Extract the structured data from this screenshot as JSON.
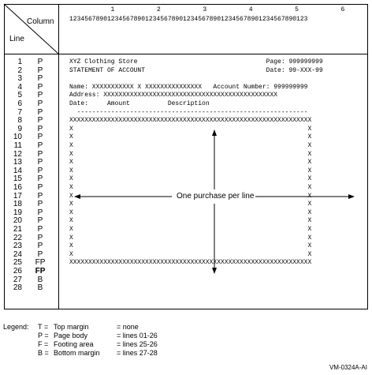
{
  "header": {
    "column_label": "Column",
    "line_label": "Line",
    "ruler_tens": [
      "1",
      "2",
      "3",
      "4",
      "5",
      "6"
    ],
    "ruler_units": "123456789012345678901234567890123456789012345678901234567890123"
  },
  "rows": [
    {
      "line": "1",
      "code": "P",
      "text": "XYZ Clothing Store                                  Page: 999999999",
      "bold_code": false
    },
    {
      "line": "2",
      "code": "P",
      "text": "STATEMENT OF ACCOUNT                                Date: 99-XXX-99",
      "bold_code": false
    },
    {
      "line": "3",
      "code": "P",
      "text": "",
      "bold_code": false
    },
    {
      "line": "4",
      "code": "P",
      "text": "Name: XXXXXXXXXXX X XXXXXXXXXXXXXXX   Account Number: 999999999",
      "bold_code": false
    },
    {
      "line": "5",
      "code": "P",
      "text": "Address: XXXXXXXXXXXXXXXXXXXXXXXXXXXXXXXXXXXXXXXXXXXXXX",
      "bold_code": false
    },
    {
      "line": "6",
      "code": "P",
      "text": "Date:     Amount          Description",
      "bold_code": false
    },
    {
      "line": "7",
      "code": "P",
      "text": "  -------------------------------------------------------------",
      "bold_code": false
    },
    {
      "line": "8",
      "code": "P",
      "text": "XXXXXXXXXXXXXXXXXXXXXXXXXXXXXXXXXXXXXXXXXXXXXXXXXXXXXXXXXXXXXXXX",
      "bold_code": false
    },
    {
      "line": "9",
      "code": "P",
      "text": "X                                                              X",
      "bold_code": false
    },
    {
      "line": "10",
      "code": "P",
      "text": "X                                                              X",
      "bold_code": false
    },
    {
      "line": "11",
      "code": "P",
      "text": "X                                                              X",
      "bold_code": false
    },
    {
      "line": "12",
      "code": "P",
      "text": "X                                                              X",
      "bold_code": false
    },
    {
      "line": "13",
      "code": "P",
      "text": "X                                                              X",
      "bold_code": false
    },
    {
      "line": "14",
      "code": "P",
      "text": "X                                                              X",
      "bold_code": false
    },
    {
      "line": "15",
      "code": "P",
      "text": "X                                                              X",
      "bold_code": false
    },
    {
      "line": "16",
      "code": "P",
      "text": "X                                                              X",
      "bold_code": false
    },
    {
      "line": "17",
      "code": "P",
      "text": "X                                                              X",
      "bold_code": false
    },
    {
      "line": "18",
      "code": "P",
      "text": "X                                                              X",
      "bold_code": false
    },
    {
      "line": "19",
      "code": "P",
      "text": "X                                                              X",
      "bold_code": false
    },
    {
      "line": "20",
      "code": "P",
      "text": "X                                                              X",
      "bold_code": false
    },
    {
      "line": "21",
      "code": "P",
      "text": "X                                                              X",
      "bold_code": false
    },
    {
      "line": "22",
      "code": "P",
      "text": "X                                                              X",
      "bold_code": false
    },
    {
      "line": "23",
      "code": "P",
      "text": "X                                                              X",
      "bold_code": false
    },
    {
      "line": "24",
      "code": "P",
      "text": "X                                                              X",
      "bold_code": false
    },
    {
      "line": "25",
      "code": "FP",
      "text": "XXXXXXXXXXXXXXXXXXXXXXXXXXXXXXXXXXXXXXXXXXXXXXXXXXXXXXXXXXXXXXXX",
      "bold_code": false
    },
    {
      "line": "26",
      "code": "FP",
      "text": "",
      "bold_code": true
    },
    {
      "line": "27",
      "code": "B",
      "text": "",
      "bold_code": false
    },
    {
      "line": "28",
      "code": "B",
      "text": "",
      "bold_code": false
    }
  ],
  "annotation": "One purchase per line",
  "legend": {
    "label": "Legend:",
    "items": [
      {
        "key": "T =",
        "name": "Top margin",
        "value": "= none"
      },
      {
        "key": "P =",
        "name": "Page body",
        "value": "= lines 01-26"
      },
      {
        "key": "F =",
        "name": "Footing area",
        "value": "= lines 25-26"
      },
      {
        "key": "B =",
        "name": "Bottom margin",
        "value": "= lines 27-28"
      }
    ]
  },
  "figure_id": "VM-0324A-AI"
}
